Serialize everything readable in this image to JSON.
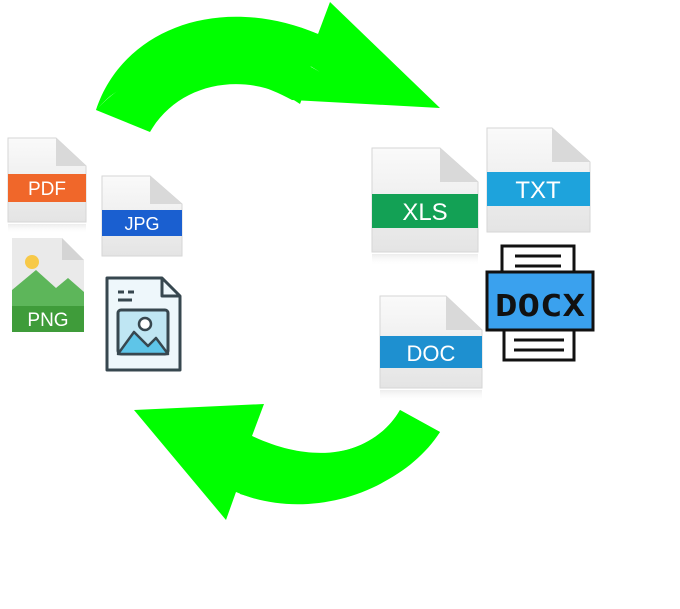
{
  "colors": {
    "arrow": "#00ff00",
    "pdf": "#f0672a",
    "jpg": "#1a5fd0",
    "png": "#3f9c3a",
    "xls": "#13a155",
    "txt": "#1ea3dc",
    "doc": "#1e90d0",
    "docx": "#3aa1ee",
    "image_icon": "#5ec5e8"
  },
  "icons": {
    "arrow_top": "cycle-arrow-top-icon",
    "arrow_bottom": "cycle-arrow-bottom-icon",
    "image_file": "image-file-icon",
    "docx_printer": "docx-printer-icon"
  },
  "files": {
    "pdf": "PDF",
    "jpg": "JPG",
    "png": "PNG",
    "xls": "XLS",
    "txt": "TXT",
    "doc": "DOC",
    "docx": "DOCX"
  }
}
